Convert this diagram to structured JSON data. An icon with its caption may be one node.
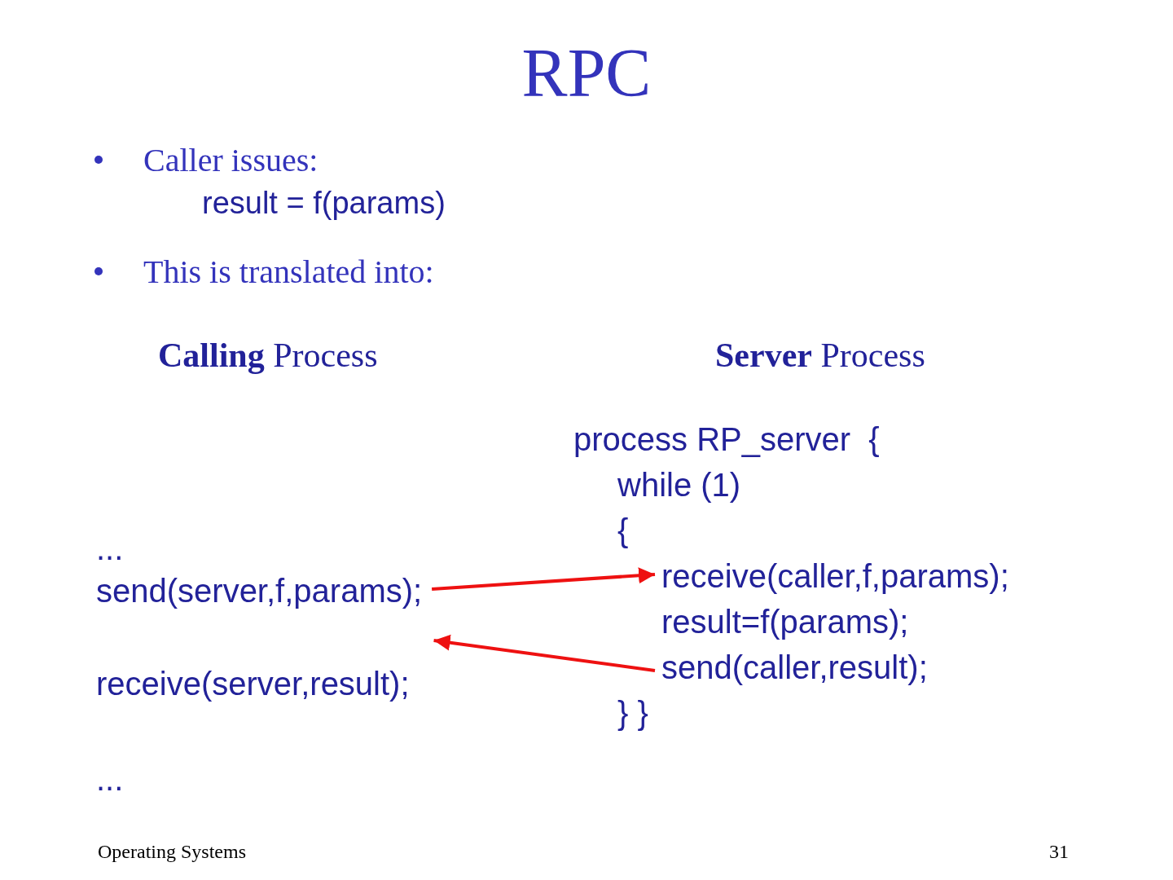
{
  "diagram": {
    "title": "RPC",
    "nodes": [
      {
        "text": [
          "send(server,f,params);"
        ]
      },
      {
        "text": [
          "receive(caller,f,params);"
        ]
      },
      {
        "text": [
          "send(caller,result);"
        ]
      },
      {
        "text": [
          "receive(server,result);"
        ]
      }
    ],
    "edges": [
      {
        "from": 0,
        "to": 1,
        "arrow": "to"
      },
      {
        "from": 2,
        "to": 3,
        "arrow": "to"
      }
    ],
    "labels": [
      "Caller issues:",
      "result = f(params)",
      "This is translated into:",
      "**Calling** Process",
      "**Server** Process",
      "process RP_server  {",
      "while (1)",
      "{",
      "...",
      "result=f(params);",
      "} }",
      "...",
      "Operating Systems",
      "31"
    ]
  }
}
